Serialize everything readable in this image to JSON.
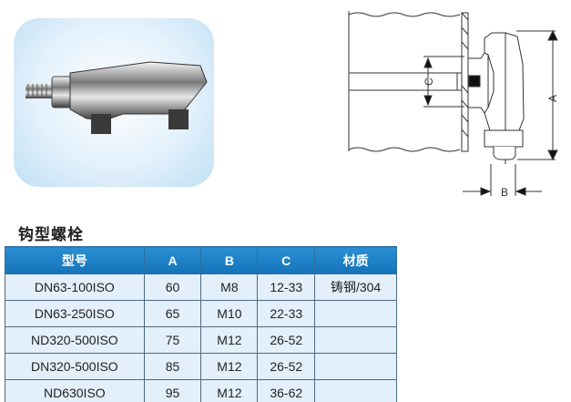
{
  "title": "钩型螺栓",
  "drawing_labels": {
    "a": "A",
    "b": "B",
    "c": "C"
  },
  "table": {
    "headers": [
      "型号",
      "A",
      "B",
      "C",
      "材质"
    ],
    "rows": [
      [
        "DN63-100ISO",
        "60",
        "M8",
        "12-33",
        "铸钢/304"
      ],
      [
        "DN63-250ISO",
        "65",
        "M10",
        "22-33",
        ""
      ],
      [
        "ND320-500ISO",
        "75",
        "M12",
        "26-52",
        ""
      ],
      [
        "DN320-500ISO",
        "85",
        "M12",
        "26-52",
        ""
      ],
      [
        "ND630ISO",
        "95",
        "M12",
        "36-62",
        ""
      ]
    ]
  }
}
